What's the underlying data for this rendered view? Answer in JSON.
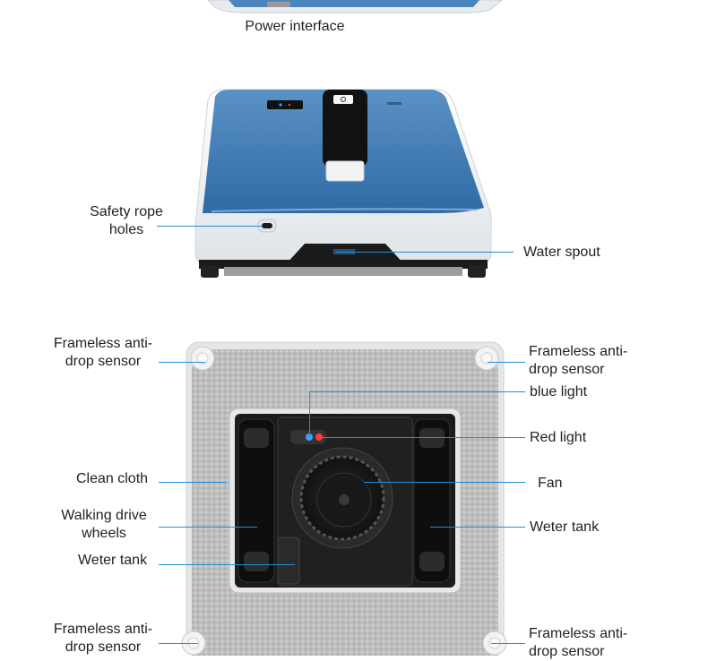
{
  "top_caption": "Power interface",
  "labels": {
    "safety_rope_holes": "Safety rope\nholes",
    "water_spout": "Water spout",
    "sensor_top_left": "Frameless anti-\ndrop sensor",
    "sensor_top_right": "Frameless anti-\ndrop sensor",
    "blue_light": "blue light",
    "red_light": "Red light",
    "clean_cloth": "Clean cloth",
    "fan": "Fan",
    "walking_drive_wheels": "Walking drive\nwheels",
    "weter_tank_right": "Weter tank",
    "weter_tank_left": "Weter tank",
    "sensor_bottom_left": "Frameless anti-\ndrop sensor",
    "sensor_bottom_right": "Frameless anti-\ndrop sensor"
  },
  "colors": {
    "leader_line": "#1f8fd6",
    "robot_blue": "#3f7fb6",
    "robot_shell": "#f2f4f6",
    "cloth": "#b9b9b9",
    "body_dark": "#1b1b1b"
  }
}
